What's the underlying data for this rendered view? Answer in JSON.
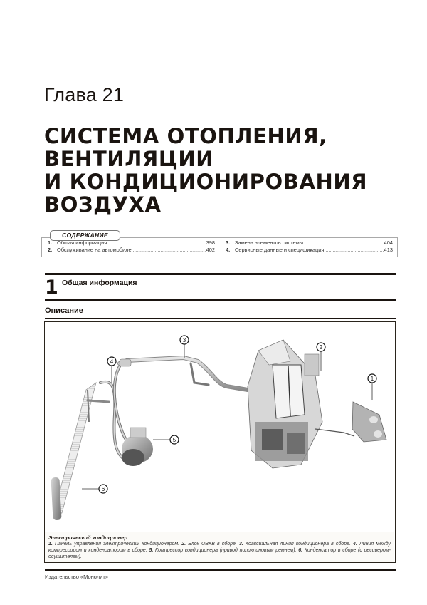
{
  "chapter": {
    "label": "Глава 21",
    "title_lines": [
      "СИСТЕМА ОТОПЛЕНИЯ,",
      "ВЕНТИЛЯЦИИ",
      "И КОНДИЦИОНИРОВАНИЯ",
      "ВОЗДУХА"
    ]
  },
  "contents": {
    "heading": "СОДЕРЖАНИЕ",
    "items": [
      {
        "num": "1.",
        "label": "Общая информация",
        "page": "398"
      },
      {
        "num": "2.",
        "label": "Обслуживание на автомобиле",
        "page": "402"
      },
      {
        "num": "3.",
        "label": "Замена элементов системы",
        "page": "404"
      },
      {
        "num": "4.",
        "label": "Сервисные данные и спецификация",
        "page": "413"
      }
    ]
  },
  "section": {
    "number": "1",
    "title": "Общая информация",
    "subheading": "Описание"
  },
  "figure": {
    "callouts": [
      "1",
      "2",
      "3",
      "4",
      "5",
      "6"
    ],
    "caption_heading": "Электрический кондиционер:",
    "caption_items": [
      {
        "num": "1.",
        "text": "Панель управления электрическим кондиционером."
      },
      {
        "num": "2.",
        "text": "Блок ОВКВ в сборе."
      },
      {
        "num": "3.",
        "text": "Коаксиальная линия кондиционера в сборе."
      },
      {
        "num": "4.",
        "text": "Линия между компрессором и конденсатором в сборе."
      },
      {
        "num": "5.",
        "text": "Компрессор кондиционера (привод поликлиновым ремнем)."
      },
      {
        "num": "6.",
        "text": "Конденсатор в сборе (с ресивером-осушителем)."
      }
    ]
  },
  "footer": {
    "publisher": "Издательство «Монолит»"
  }
}
